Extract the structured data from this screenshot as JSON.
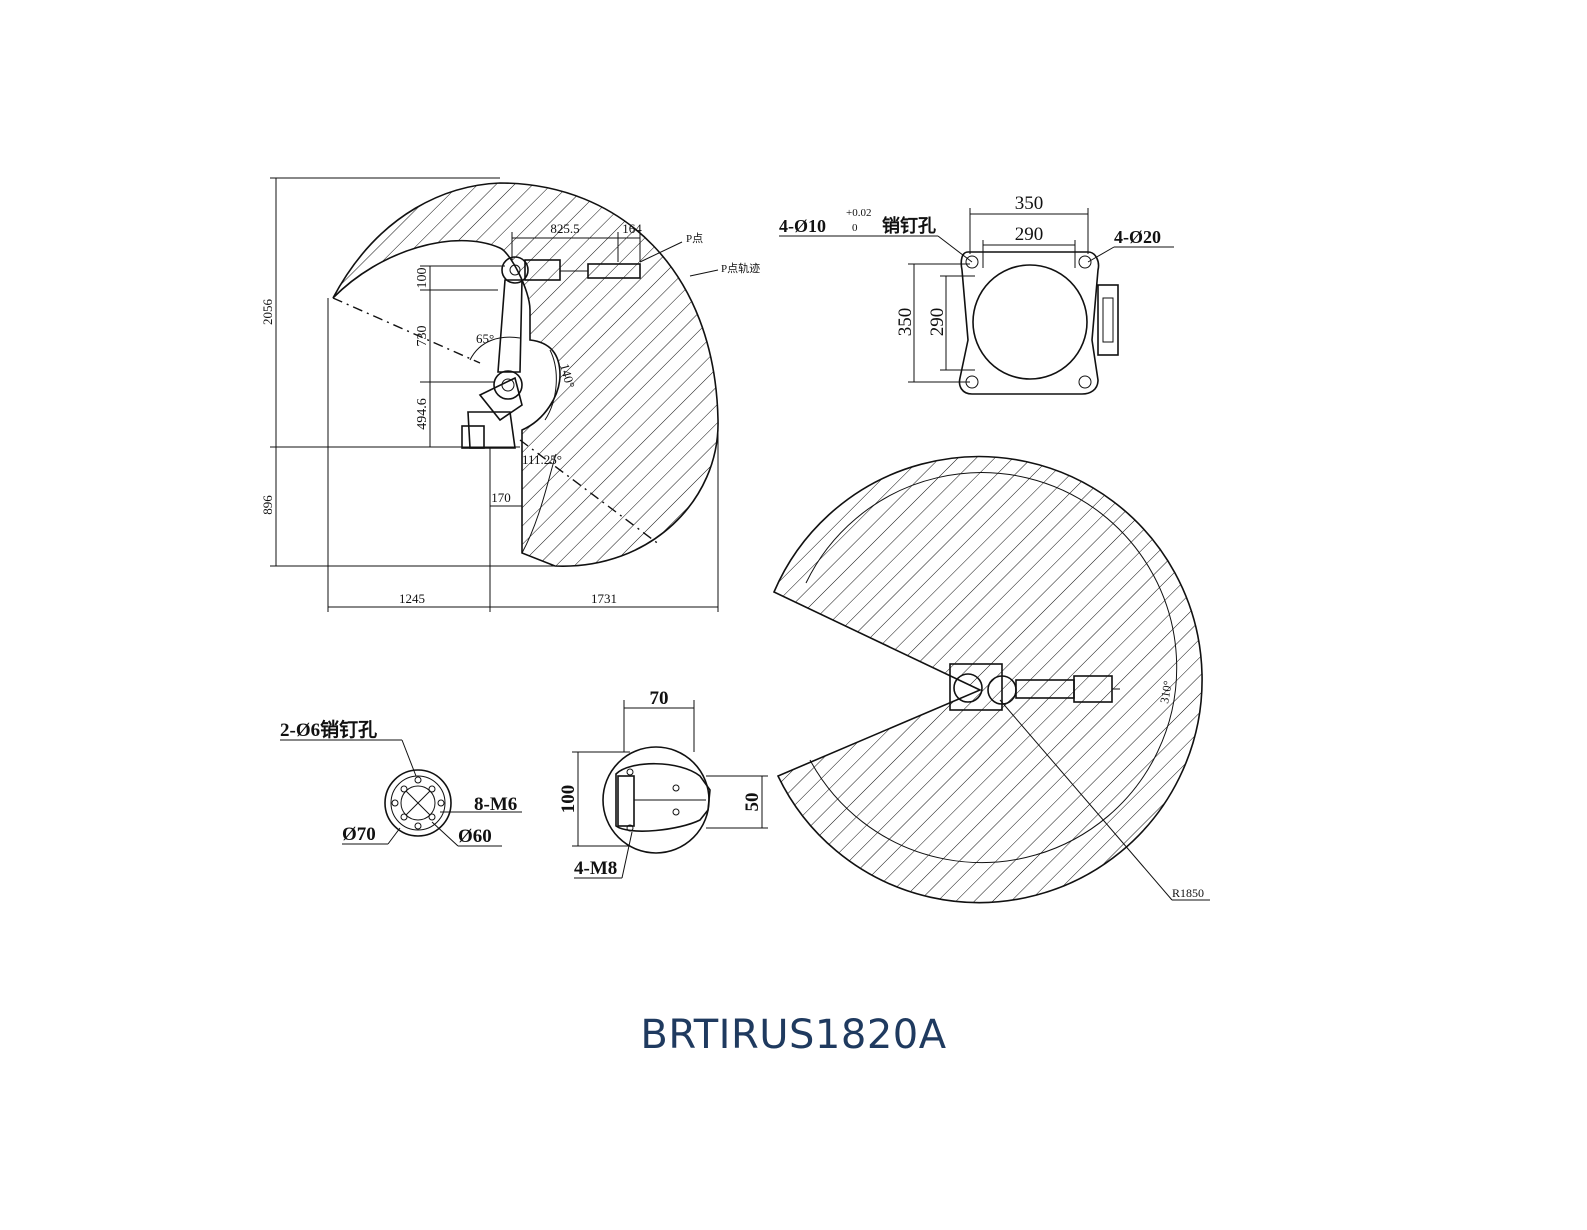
{
  "model_name": "BRTIRUS1820A",
  "colors": {
    "line": "#111111",
    "model_text": "#1f3a5f",
    "background": "#ffffff"
  },
  "side_view": {
    "height_total": "2056",
    "height_lower": "896",
    "width_left": "1245",
    "width_right": "1731",
    "arm_length": "825.5",
    "wrist_length": "164",
    "dim_100": "100",
    "dim_730": "730",
    "dim_494": "494.6",
    "dim_170": "170",
    "angle_65": "65°",
    "angle_140": "140°",
    "angle_111": "111.25°",
    "label_p_point": "P点",
    "label_p_track": "P点轨迹"
  },
  "base_view": {
    "outer": "350",
    "inner": "290",
    "side_outer": "350",
    "side_inner": "290",
    "pin_hole_callout": "4-Ø10",
    "tol_upper": "+0.02",
    "tol_lower": "0",
    "pin_hole_text": "销钉孔",
    "bolt_hole": "4-Ø20"
  },
  "flange_view": {
    "pin_hole": "2-Ø6销钉孔",
    "thread": "8-M6",
    "dia_outer": "Ø70",
    "dia_inner": "Ø60"
  },
  "mount_view": {
    "width": "70",
    "height": "100",
    "depth": "50",
    "thread": "4-M8"
  },
  "top_view": {
    "angle": "310°",
    "radius": "R1850"
  }
}
